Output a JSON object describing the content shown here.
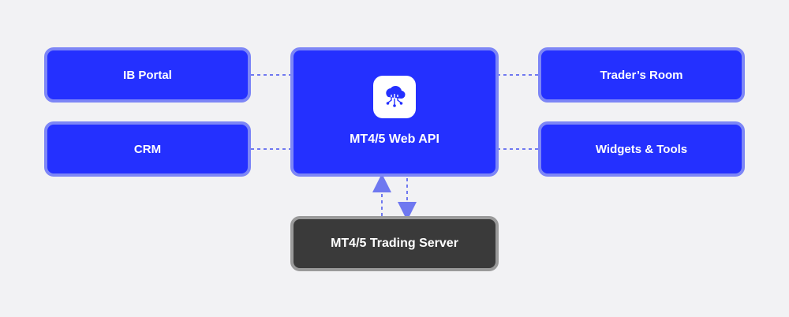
{
  "nodes": {
    "ib_portal": "IB Portal",
    "crm": "CRM",
    "web_api": "MT4/5 Web API",
    "traders_room": "Trader’s Room",
    "widgets_tools": "Widgets & Tools",
    "trading_server": "MT4/5 Trading Server"
  },
  "icons": {
    "center": "cloud-network-icon"
  },
  "colors": {
    "background": "#f2f2f4",
    "node_fill": "#2430ff",
    "node_border": "#7d86f6",
    "server_fill": "#3a3a3a",
    "connector": "#6f78f0"
  }
}
